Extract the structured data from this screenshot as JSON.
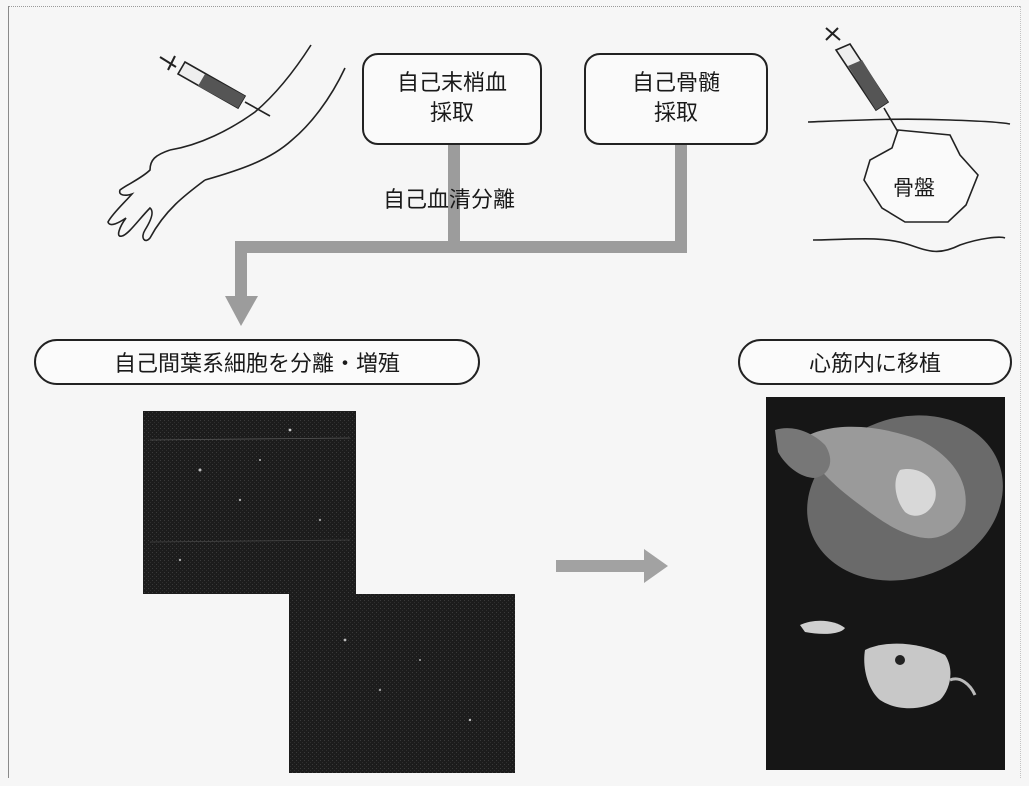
{
  "boxes": {
    "peripheral_blood": {
      "line1": "自己末梢血",
      "line2": "採取"
    },
    "bone_marrow": {
      "line1": "自己骨髄",
      "line2": "採取"
    }
  },
  "serum_separation_label": "自己血清分離",
  "pelvis_label": "骨盤",
  "pill_left": "自己間葉系細胞を分離・増殖",
  "pill_right": "心筋内に移植"
}
